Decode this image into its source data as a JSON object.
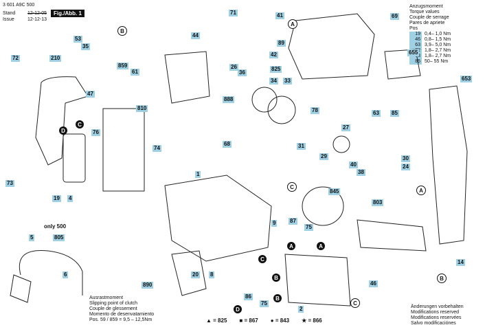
{
  "header": {
    "part_number": "3 601 A9C 500",
    "stand_label": "Stand",
    "stand_value_struck": "12-12-05",
    "issue_label": "Issue",
    "issue_value": "12-12-13",
    "fig_label": "Fig./Abb. 1"
  },
  "torque_table": {
    "title_lines": [
      "Anzugsmoment",
      "Torque values",
      "Couple de serrage",
      "Pares de apriete"
    ],
    "pos_label": "Pos",
    "rows": [
      {
        "pos": "19",
        "value": "0,4– 1,0 Nm"
      },
      {
        "pos": "46",
        "value": "0,8– 1,5 Nm"
      },
      {
        "pos": "63",
        "value": "3,9– 5,0 Nm"
      },
      {
        "pos": "72",
        "value": "1,8– 2,7 Nm"
      },
      {
        "pos": "73",
        "value": "1,8– 2,7 Nm"
      },
      {
        "pos": "85",
        "value": "50– 55 Nm"
      }
    ]
  },
  "clutch_note": {
    "lines": [
      "Ausrastmoment",
      "Slipping point of clutch",
      "Couple de glessement",
      "Momento de desenvatamiento",
      "Pos. 59 / 859 = 9,5 – 12,5Nm"
    ]
  },
  "change_note": {
    "lines": [
      "Änderungen vorbehalten",
      "Modifications reserved",
      "Modifications reservées",
      "Salvo modificaciónes"
    ]
  },
  "legend": [
    {
      "symbol": "▲",
      "text": "= 825"
    },
    {
      "symbol": "■",
      "text": "= 867"
    },
    {
      "symbol": "●",
      "text": "= 843"
    },
    {
      "symbol": "★",
      "text": "= 866"
    }
  ],
  "only500_label": "only 500",
  "callouts": [
    "71",
    "41",
    "69",
    "89",
    "42",
    "44",
    "53",
    "35",
    "210",
    "72",
    "47",
    "859",
    "61",
    "26",
    "36",
    "825",
    "34",
    "33",
    "810",
    "888",
    "76",
    "74",
    "68",
    "78",
    "27",
    "655",
    "653",
    "63",
    "85",
    "31",
    "29",
    "40",
    "38",
    "30",
    "24",
    "73",
    "19",
    "4",
    "1",
    "845",
    "803",
    "87",
    "75",
    "5",
    "805",
    "9",
    "6",
    "890",
    "20",
    "8",
    "86",
    "75",
    "2",
    "46",
    "14"
  ],
  "circles": [
    {
      "label": "B",
      "style": "open"
    },
    {
      "label": "A",
      "style": "open"
    },
    {
      "label": "C",
      "style": "solid"
    },
    {
      "label": "D",
      "style": "solid"
    },
    {
      "label": "A",
      "style": "open"
    },
    {
      "label": "C",
      "style": "open"
    },
    {
      "label": "A",
      "style": "solid"
    },
    {
      "label": "A",
      "style": "solid"
    },
    {
      "label": "C",
      "style": "solid"
    },
    {
      "label": "B",
      "style": "solid"
    },
    {
      "label": "B",
      "style": "solid"
    },
    {
      "label": "C",
      "style": "open"
    },
    {
      "label": "D",
      "style": "solid"
    },
    {
      "label": "B",
      "style": "open"
    }
  ]
}
